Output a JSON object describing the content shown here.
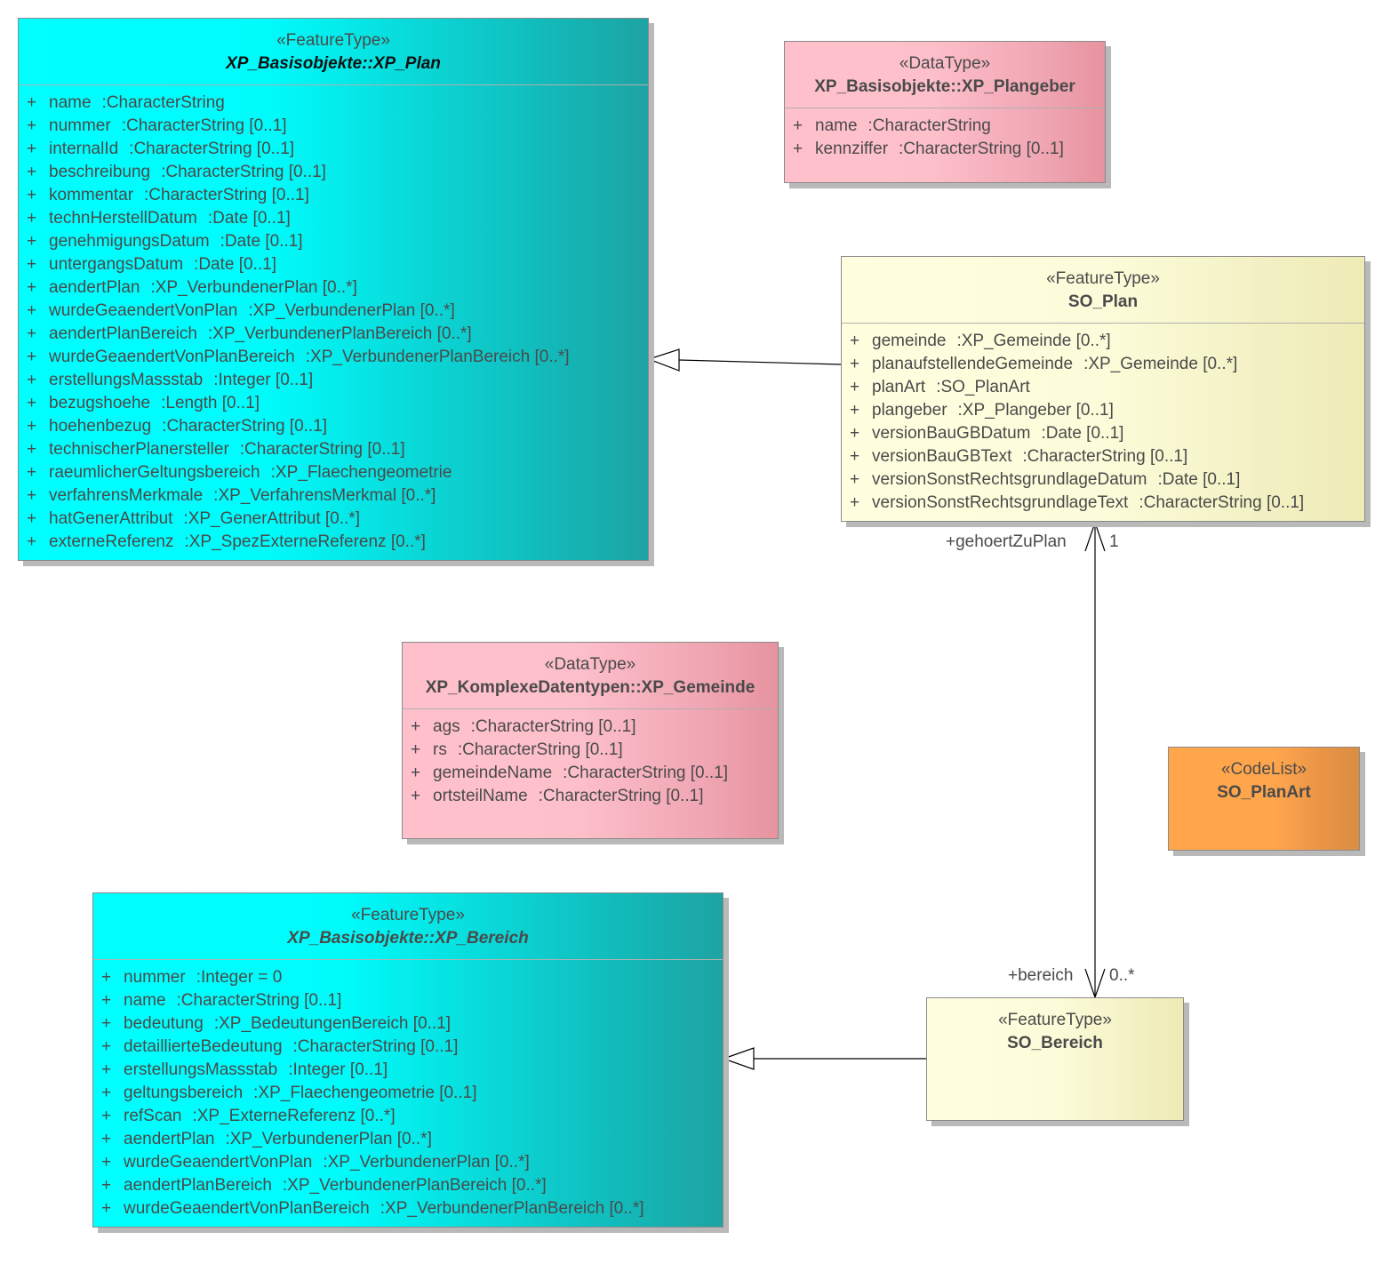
{
  "classes": {
    "xp_plan": {
      "stereotype": "«FeatureType»",
      "name": "XP_Basisobjekte::XP_Plan",
      "attributes": [
        {
          "vis": "+",
          "name": "name",
          "type": ":CharacterString"
        },
        {
          "vis": "+",
          "name": "nummer",
          "type": ":CharacterString [0..1]"
        },
        {
          "vis": "+",
          "name": "internalId",
          "type": ":CharacterString [0..1]"
        },
        {
          "vis": "+",
          "name": "beschreibung",
          "type": ":CharacterString [0..1]"
        },
        {
          "vis": "+",
          "name": "kommentar",
          "type": ":CharacterString [0..1]"
        },
        {
          "vis": "+",
          "name": "technHerstellDatum",
          "type": ":Date [0..1]"
        },
        {
          "vis": "+",
          "name": "genehmigungsDatum",
          "type": ":Date [0..1]"
        },
        {
          "vis": "+",
          "name": "untergangsDatum",
          "type": ":Date [0..1]"
        },
        {
          "vis": "+",
          "name": "aendertPlan",
          "type": ":XP_VerbundenerPlan [0..*]"
        },
        {
          "vis": "+",
          "name": "wurdeGeaendertVonPlan",
          "type": ":XP_VerbundenerPlan [0..*]"
        },
        {
          "vis": "+",
          "name": "aendertPlanBereich",
          "type": ":XP_VerbundenerPlanBereich [0..*]"
        },
        {
          "vis": "+",
          "name": "wurdeGeaendertVonPlanBereich",
          "type": ":XP_VerbundenerPlanBereich [0..*]"
        },
        {
          "vis": "+",
          "name": "erstellungsMassstab",
          "type": ":Integer [0..1]"
        },
        {
          "vis": "+",
          "name": "bezugshoehe",
          "type": ":Length [0..1]"
        },
        {
          "vis": "+",
          "name": "hoehenbezug",
          "type": ":CharacterString [0..1]"
        },
        {
          "vis": "+",
          "name": "technischerPlanersteller",
          "type": ":CharacterString [0..1]"
        },
        {
          "vis": "+",
          "name": "raeumlicherGeltungsbereich",
          "type": ":XP_Flaechengeometrie"
        },
        {
          "vis": "+",
          "name": "verfahrensMerkmale",
          "type": ":XP_VerfahrensMerkmal [0..*]"
        },
        {
          "vis": "+",
          "name": "hatGenerAttribut",
          "type": ":XP_GenerAttribut [0..*]"
        },
        {
          "vis": "+",
          "name": "externeReferenz",
          "type": ":XP_SpezExterneReferenz [0..*]"
        }
      ]
    },
    "xp_plangeber": {
      "stereotype": "«DataType»",
      "name": "XP_Basisobjekte::XP_Plangeber",
      "attributes": [
        {
          "vis": "+",
          "name": "name",
          "type": ":CharacterString"
        },
        {
          "vis": "+",
          "name": "kennziffer",
          "type": ":CharacterString [0..1]"
        }
      ]
    },
    "so_plan": {
      "stereotype": "«FeatureType»",
      "name": "SO_Plan",
      "attributes": [
        {
          "vis": "+",
          "name": "gemeinde",
          "type": ":XP_Gemeinde [0..*]"
        },
        {
          "vis": "+",
          "name": "planaufstellendeGemeinde",
          "type": ":XP_Gemeinde [0..*]"
        },
        {
          "vis": "+",
          "name": "planArt",
          "type": ":SO_PlanArt"
        },
        {
          "vis": "+",
          "name": "plangeber",
          "type": ":XP_Plangeber [0..1]"
        },
        {
          "vis": "+",
          "name": "versionBauGBDatum",
          "type": ":Date [0..1]"
        },
        {
          "vis": "+",
          "name": "versionBauGBText",
          "type": ":CharacterString [0..1]"
        },
        {
          "vis": "+",
          "name": "versionSonstRechtsgrundlageDatum",
          "type": ":Date [0..1]"
        },
        {
          "vis": "+",
          "name": "versionSonstRechtsgrundlageText",
          "type": ":CharacterString [0..1]"
        }
      ]
    },
    "xp_gemeinde": {
      "stereotype": "«DataType»",
      "name": "XP_KomplexeDatentypen::XP_Gemeinde",
      "attributes": [
        {
          "vis": "+",
          "name": "ags",
          "type": ":CharacterString [0..1]"
        },
        {
          "vis": "+",
          "name": "rs",
          "type": ":CharacterString [0..1]"
        },
        {
          "vis": "+",
          "name": "gemeindeName",
          "type": ":CharacterString [0..1]"
        },
        {
          "vis": "+",
          "name": "ortsteilName",
          "type": ":CharacterString [0..1]"
        }
      ]
    },
    "so_planart": {
      "stereotype": "«CodeList»",
      "name": "SO_PlanArt"
    },
    "xp_bereich": {
      "stereotype": "«FeatureType»",
      "name": "XP_Basisobjekte::XP_Bereich",
      "attributes": [
        {
          "vis": "+",
          "name": "nummer",
          "type": ":Integer = 0"
        },
        {
          "vis": "+",
          "name": "name",
          "type": ":CharacterString [0..1]"
        },
        {
          "vis": "+",
          "name": "bedeutung",
          "type": ":XP_BedeutungenBereich [0..1]"
        },
        {
          "vis": "+",
          "name": "detaillierteBedeutung",
          "type": ":CharacterString [0..1]"
        },
        {
          "vis": "+",
          "name": "erstellungsMassstab",
          "type": ":Integer [0..1]"
        },
        {
          "vis": "+",
          "name": "geltungsbereich",
          "type": ":XP_Flaechengeometrie [0..1]"
        },
        {
          "vis": "+",
          "name": "refScan",
          "type": ":XP_ExterneReferenz [0..*]"
        },
        {
          "vis": "+",
          "name": "aendertPlan",
          "type": ":XP_VerbundenerPlan [0..*]"
        },
        {
          "vis": "+",
          "name": "wurdeGeaendertVonPlan",
          "type": ":XP_VerbundenerPlan [0..*]"
        },
        {
          "vis": "+",
          "name": "aendertPlanBereich",
          "type": ":XP_VerbundenerPlanBereich [0..*]"
        },
        {
          "vis": "+",
          "name": "wurdeGeaendertVonPlanBereich",
          "type": ":XP_VerbundenerPlanBereich [0..*]"
        }
      ]
    },
    "so_bereich": {
      "stereotype": "«FeatureType»",
      "name": "SO_Bereich"
    }
  },
  "associations": {
    "plan_bereich": {
      "plan_role": "+gehoertZuPlan",
      "plan_multiplicity": "1",
      "bereich_role": "+bereich",
      "bereich_multiplicity": "0..*"
    }
  },
  "colors": {
    "feature_type_xp": "#00ffff",
    "data_type": "#ffc0cb",
    "feature_type_so": "#ffffe0",
    "code_list": "#ffa64d",
    "line": "#000000"
  }
}
